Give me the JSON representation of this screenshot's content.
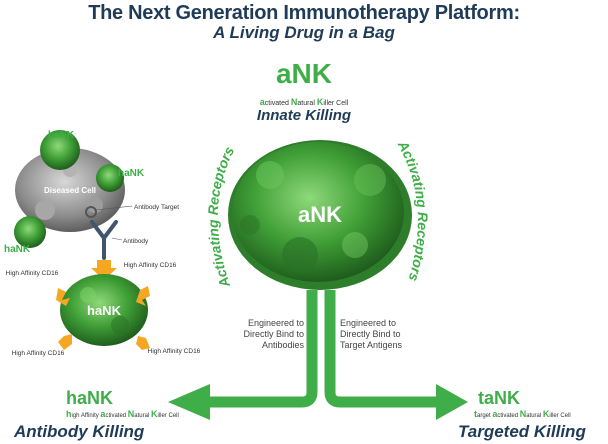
{
  "title": "The Next Generation Immunotherapy Platform:",
  "subtitle": "A Living Drug in a Bag",
  "top_cell": {
    "name": "aNK",
    "full_name": [
      "a",
      "ctivated ",
      "N",
      "atural ",
      "K",
      "iller Cell"
    ],
    "killing": "Innate Killing",
    "center_label": "aNK"
  },
  "activating_receptors_left": "Activating Receptors",
  "activating_receptors_right": "Activating Receptors",
  "left_diagram": {
    "hank_labels": [
      "haNK",
      "haNK",
      "haNK"
    ],
    "diseased_cell": "Diseased Cell",
    "antibody_target": "Antibody Target",
    "antibody": "Antibody",
    "high_affinity_cd16": "High Affinity CD16",
    "hank_cell": "haNK"
  },
  "left_branch": {
    "text": "Engineered to Directly Bind to Antibodies",
    "name": "haNK",
    "full_name": [
      "h",
      "igh Affinity ",
      "a",
      "ctivated ",
      "N",
      "atural ",
      "K",
      "iller Cell"
    ],
    "killing": "Antibody Killing"
  },
  "right_branch": {
    "text": "Engineered to Directly Bind to Target Antigens",
    "name": "taNK",
    "full_name": [
      "t",
      "arget ",
      "a",
      "ctivated ",
      "N",
      "atural ",
      "K",
      "iller Cell"
    ],
    "killing": "Targeted Killing"
  },
  "colors": {
    "green": "#3fae49",
    "dark_blue": "#1f3b57",
    "orange": "#f5a623"
  }
}
